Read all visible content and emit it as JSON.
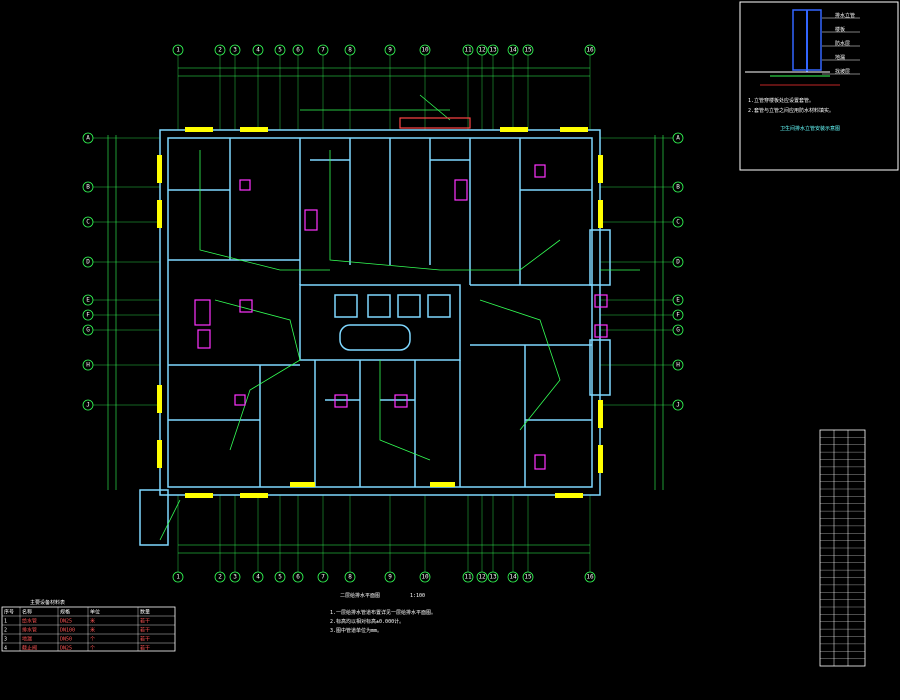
{
  "colors": {
    "background": "#000000",
    "wall": "#7fd8ff",
    "grid": "#33ff55",
    "insulation": "#ffff00",
    "marker": "#ff33ff",
    "annotation": "#ff4444",
    "text": "#ffffff"
  },
  "grid_axes": {
    "top": [
      "1",
      "2",
      "3",
      "4",
      "5",
      "6",
      "7",
      "8",
      "9",
      "10",
      "11",
      "12",
      "13",
      "14",
      "15",
      "16"
    ],
    "bottom": [
      "1",
      "2",
      "3",
      "4",
      "5",
      "6",
      "7",
      "8",
      "9",
      "10",
      "11",
      "12",
      "13",
      "14",
      "15",
      "16"
    ],
    "left": [
      "A",
      "B",
      "C",
      "D",
      "E",
      "F",
      "G",
      "H",
      "J"
    ],
    "right": [
      "A",
      "B",
      "C",
      "D",
      "E",
      "F",
      "G",
      "H",
      "J"
    ]
  },
  "plan": {
    "title": "二层给排水平面图",
    "scale": "1:100"
  },
  "notes": [
    "1.一层给排水管道布置详见一层给排水平面图。",
    "2.标高均以相对标高±0.000计。",
    "3.图中管道单位为mm。"
  ],
  "detail": {
    "title": "卫生间排水立管安装示意图",
    "labels": [
      "排水立管",
      "楼板",
      "防水层",
      "地漏",
      "找坡层"
    ],
    "notes": [
      "1.立管穿楼板处应设置套管。",
      "2.套管与立管之间应用防水材料填实。"
    ]
  },
  "legend_table": {
    "title": "主要设备材料表",
    "header": [
      "序号",
      "名称",
      "规格",
      "单位",
      "数量"
    ],
    "rows": [
      [
        "1",
        "给水管",
        "DN25",
        "米",
        "若干"
      ],
      [
        "2",
        "排水管",
        "DN100",
        "米",
        "若干"
      ],
      [
        "3",
        "地漏",
        "DN50",
        "个",
        "若干"
      ],
      [
        "4",
        "截止阀",
        "DN25",
        "个",
        "若干"
      ]
    ]
  },
  "schedule": {
    "rows": 32
  }
}
